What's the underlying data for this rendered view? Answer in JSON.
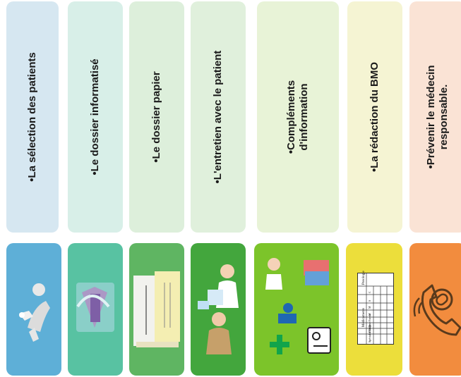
{
  "steps": [
    {
      "label_lines": [
        "•La sélection des patients"
      ],
      "icon": "person-icon",
      "top_color": "#d6e7f1",
      "bottom_color": "#5eafd7"
    },
    {
      "label_lines": [
        "•Le dossier informatisé"
      ],
      "icon": "computer-file-icon",
      "top_color": "#d8efe8",
      "bottom_color": "#58c2a2"
    },
    {
      "label_lines": [
        "•Le dossier papier"
      ],
      "icon": "paper-file-icon",
      "top_color": "#ddefdb",
      "bottom_color": "#5fb562"
    },
    {
      "label_lines": [
        "•L'entretien avec le patient"
      ],
      "icon": "doctor-patient-icon",
      "top_color": "#e0f0dc",
      "bottom_color": "#43a63d"
    },
    {
      "label_lines": [
        "•Compléments",
        "d'information"
      ],
      "icon": "medical-info-icon",
      "top_color": "#e8f3d7",
      "bottom_color": "#7cc42a"
    },
    {
      "label_lines": [
        "•La rédaction du BMO"
      ],
      "icon": "bmo-table-icon",
      "top_color": "#f5f4d3",
      "bottom_color": "#ecde3b"
    },
    {
      "label_lines": [
        "•Prévenir le médecin",
        "responsable."
      ],
      "icon": "phone-icon",
      "top_color": "#fae3d5",
      "bottom_color": "#f28c3e"
    }
  ],
  "bmo_table": {
    "header_left": "Médicaments",
    "header_right": "Posologie",
    "cols": [
      "Spécialité DCI",
      "Dosage",
      "Voie",
      "Forme",
      "M",
      "M",
      "S",
      "C"
    ]
  }
}
